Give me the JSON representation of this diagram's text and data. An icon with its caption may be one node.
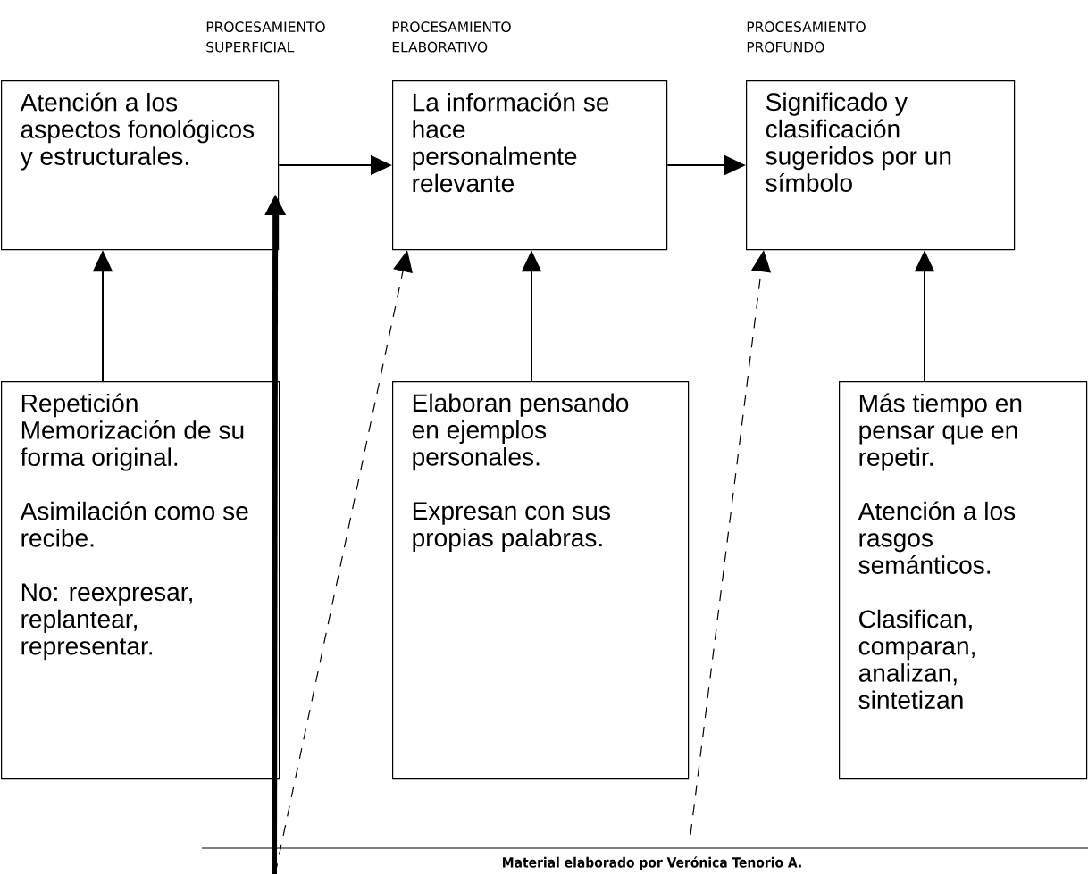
{
  "diagram": {
    "nodes": [
      {
        "text": [
          "Atención a los aspectos fonológicos y estructurales."
        ]
      },
      {
        "text": [
          "La información se hace personalmente relevante"
        ]
      },
      {
        "text": [
          "Significado y clasificación sugeridos por un símbolo"
        ]
      },
      {
        "text": [
          "Repetición Memorización de su forma original.",
          "Asimilación como se recibe.",
          "No: reexpresar, replantear, representar."
        ]
      },
      {
        "text": [
          "Elaboran pensando en ejemplos personales.",
          "Expresan con sus propias palabras."
        ]
      },
      {
        "text": [
          "Más tiempo en pensar que en repetir.",
          "Atención a los rasgos semánticos.",
          "Clasifican, comparan, analizan, sintetizan"
        ]
      }
    ],
    "edges": [
      {
        "from": 3,
        "to": 0,
        "arrow": "to"
      },
      {
        "from": 4,
        "to": 1,
        "arrow": "to"
      },
      {
        "from": 5,
        "to": 2,
        "arrow": "to"
      },
      {
        "from": 0,
        "to": 1,
        "arrow": "to"
      },
      {
        "from": 1,
        "to": 2,
        "arrow": "to"
      },
      {
        "from": null,
        "to": 0,
        "arrow": "to",
        "style": "thick"
      },
      {
        "from": null,
        "to": 1,
        "arrow": "to",
        "style": "dashed"
      },
      {
        "from": null,
        "to": 2,
        "arrow": "to",
        "style": "dashed"
      }
    ],
    "labels": [
      "PROCESAMIENTO SUPERFICIAL",
      "PROCESAMIENTO ELABORATIVO",
      "PROCESAMIENTO PROFUNDO",
      "Material elaborado por Verónica Tenorio A."
    ]
  }
}
